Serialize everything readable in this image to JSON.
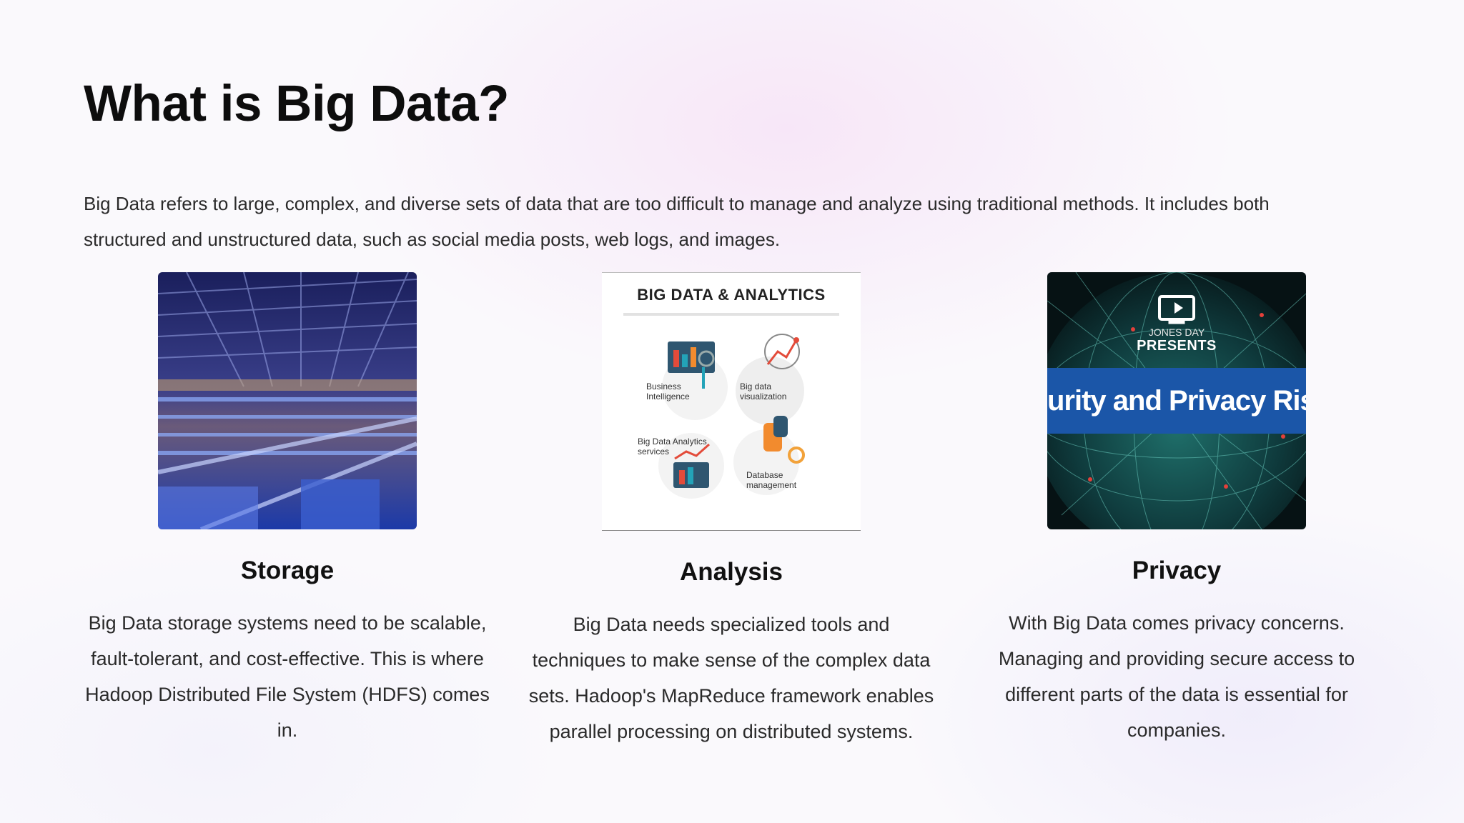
{
  "slide": {
    "title": "What is Big Data?",
    "intro": "Big Data refers to large, complex, and diverse sets of data that are too difficult to manage and analyze using traditional methods. It includes both structured and unstructured data, such as social media posts, web logs, and images."
  },
  "cards": [
    {
      "heading": "Storage",
      "body": "Big Data storage systems need to be scalable, fault-tolerant, and cost-effective. This is where Hadoop Distributed File System (HDFS) comes in."
    },
    {
      "heading": "Analysis",
      "body": "Big Data needs specialized tools and techniques to make sense of the complex data sets. Hadoop's MapReduce framework enables parallel processing on distributed systems.",
      "image": {
        "title": "BIG DATA & ANALYTICS",
        "items": [
          "Business Intelligence",
          "Big data visualization",
          "Big Data Analytics services",
          "Database management"
        ]
      }
    },
    {
      "heading": "Privacy",
      "body": "With Big Data comes privacy concerns. Managing and providing secure access to different parts of the data is essential for companies.",
      "image": {
        "brand_line1": "JONES DAY",
        "brand_line2": "PRESENTS",
        "banner": "urity and Privacy Risks with B"
      }
    }
  ],
  "colors": {
    "accent_blue": "#1b56a8",
    "title": "#0d0d0d",
    "body": "#2a2a2a"
  },
  "icons": [
    "server-room-photo",
    "analytics-infographic",
    "globe-network-photo",
    "play-icon"
  ]
}
